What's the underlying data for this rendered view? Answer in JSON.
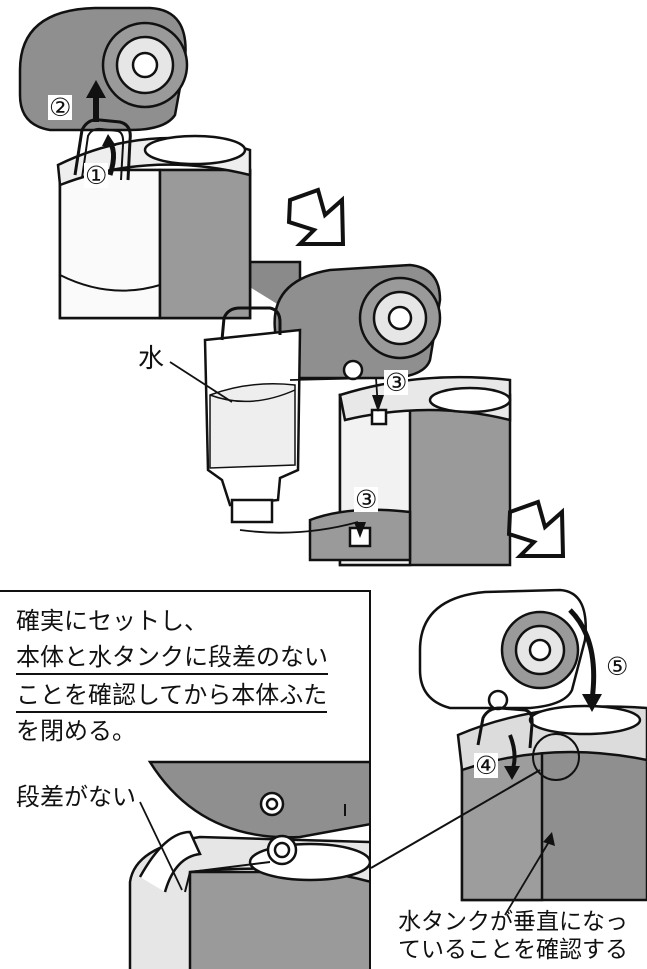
{
  "step_labels": {
    "s1": "①",
    "s2": "②",
    "s3a": "③",
    "s3b": "③",
    "s4": "④",
    "s5": "⑤"
  },
  "water_label": "水",
  "instruction": {
    "line1": "確実にセットし、",
    "line2": "本体と水タンクに段差のない",
    "line3": "ことを確認してから本体ふた",
    "line4": "を閉める。"
  },
  "no_gap_label": "段差がない",
  "vertical_note": {
    "line1": "水タンクが垂直になっ",
    "line2": "ていることを確認する"
  }
}
